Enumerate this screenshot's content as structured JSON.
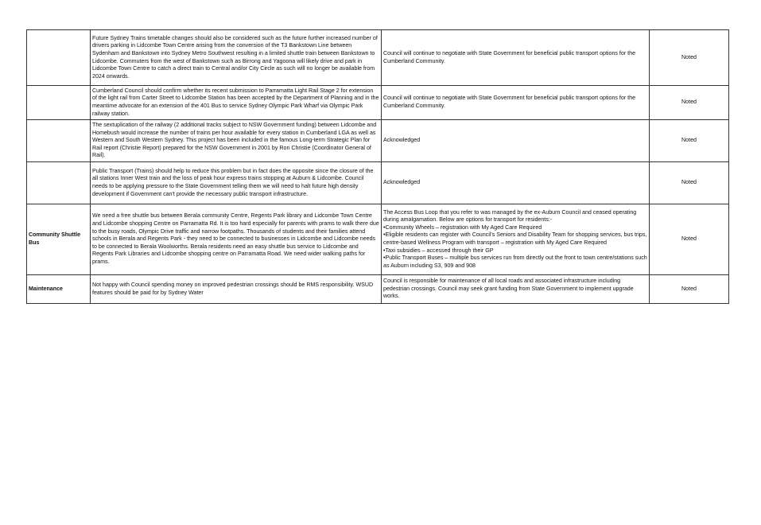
{
  "rows": [
    {
      "topic": "",
      "submission": "Future Sydney Trains timetable changes should also be considered such as the future further increased number of drivers parking in Lidcombe Town Centre arising from the conversion of the T3 Bankstown Line between Sydenham and Bankstown into Sydney Metro Southwest resulting in a limited shuttle train between Bankstown to Lidcombe. Commuters from the west of Bankstown such as Birrong and Yagoona will likely drive and park in Lidcombe Town Centre to catch a direct train to Central and/or City Circle as such will no longer be available from 2024 onwards.",
      "response": [
        "Council will continue to negotiate with State Government for beneficial public transport options for the Cumberland Community."
      ],
      "outcome": "Noted"
    },
    {
      "topic": "",
      "submission": "Cumberland Council should confirm whether its recent submission to Parramatta Light Rail Stage 2 for extension of the light rail from Carter Street to Lidcombe Station has been accepted by the Department of Planning and in the meantime advocate for an extension of the 401 Bus to service Sydney Olympic Park Wharf via Olympic Park railway station.",
      "response": [
        "Council will continue to negotiate with State Government for beneficial public transport options for the Cumberland Community."
      ],
      "outcome": "Noted"
    },
    {
      "topic": "",
      "submission": "The sextuplication of the railway (2 additional tracks subject to NSW Government funding) between Lidcombe and Homebush would increase the number of trains per hour available for every station in Cumberland LGA as well as Western and South Western Sydney. This project has been included in the famous Long-term Strategic Plan for Rail report (Christie Report) prepared for the NSW Government in 2001 by Ron Christie (Coordinator General of Rail).",
      "response": [
        "Acknowledged"
      ],
      "outcome": "Noted"
    },
    {
      "topic": "",
      "submission": "Public Transport (Trains) should help to reduce this problem but in fact does the opposite since the closure of the all stations Inner West train and the loss of peak hour express trains stopping at Auburn & Lidcombe. Council needs to be applying pressure to the State Government telling them we will need to halt future high density development if Government can't provide the necessary public transport infrastructure.",
      "response": [
        "Acknowledged"
      ],
      "outcome": "Noted"
    },
    {
      "topic": "Community Shuttle Bus",
      "submission": "We need a free shuttle bus between Berala community Centre, Regents Park library and Lidcombe Town Centre and Lidcombe shopping Centre on Parramatta Rd. It is too hard especially for parents with prams to walk there due to the busy roads, Olympic Drive traffic and narrow footpaths. Thousands of students and their families attend schools in Berala and Regents Park - they need to be connected to businesses in Lidcombe and Lidcombe needs to be connected to Berala Woolworths. Berala residents need an easy shuttle bus service to Lidcombe and Regents Park Libraries and Lidcombe shopping centre on Parramatta Road. We need wider walking paths for prams.",
      "response": [
        "The Access Bus Loop that you refer to was managed by the ex-Auburn Council and ceased operating during amalgamation. Below are options for transport for residents:-",
        "•Community Wheels – registration with My Aged Care Required",
        "•Eligible residents can register with Council's Seniors and Disability Team for shopping services, bus trips, centre-based Wellness Program with transport – registration with My Aged Care Required",
        "•Taxi subsidies – accessed through their GP",
        "•Public Transport Buses – multiple bus services run from directly out the front to town centre/stations such as Auburn including S3, 909 and 908"
      ],
      "outcome": "Noted"
    },
    {
      "topic": "Maintenance",
      "submission": " Not happy with Council spending money on improved pedestrian crossings should be RMS responsibility.  WSUD features should be paid for by Sydney Water",
      "response": [
        "Council is responsible for maintenance of all local roads and associated infrastructure including pedestrian crossings. Council may seek grant funding from State Government to implement upgrade works."
      ],
      "outcome": "Noted"
    }
  ]
}
